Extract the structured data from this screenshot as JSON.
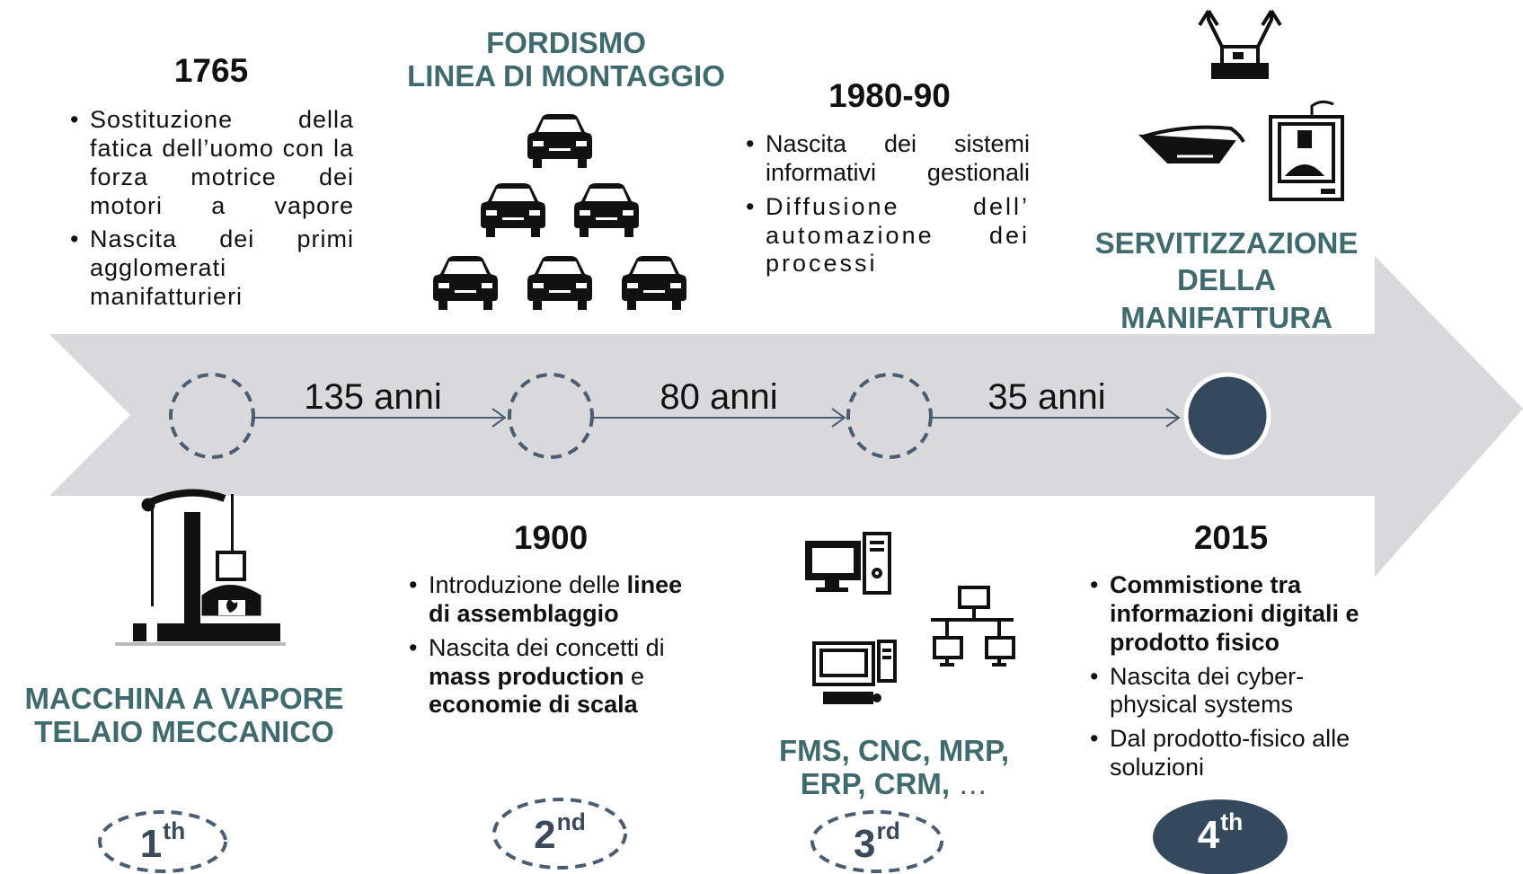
{
  "colors": {
    "arrow": "#d9d9dc",
    "circle_dark": "#34495e",
    "heading_teal": "#3f6b6e",
    "circle_stroke": "#4a5d72"
  },
  "eras": [
    {
      "year": "1765",
      "bullets": [
        {
          "text": "Sostituzione della fatica dell’uomo con la forza motrice dei motori a vapore"
        },
        {
          "text": "Nascita dei primi agglomerati manifatturieri"
        }
      ],
      "heading_lines": [
        "MACCHINA A VAPORE",
        "TELAIO MECCANICO"
      ],
      "icon": "steam-engine-icon",
      "badge": {
        "num": "1",
        "suffix": "th"
      }
    },
    {
      "year": "1900",
      "heading_lines": [
        "FORDISMO",
        "LINEA DI MONTAGGIO"
      ],
      "bullets": [
        {
          "plain": "Introduzione delle ",
          "bold": "linee di assemblaggio"
        },
        {
          "plain": "Nascita dei concetti di ",
          "bold": "mass production",
          "plain2": " e ",
          "bold2": "economie di scala"
        }
      ],
      "icon": "cars-icon",
      "badge": {
        "num": "2",
        "suffix": "nd"
      }
    },
    {
      "year": "1980-90",
      "bullets": [
        {
          "text": "Nascita dei sistemi informativi gestionali"
        },
        {
          "text": "Diffusione dell’ automazione dei processi"
        }
      ],
      "heading_lines": [
        "FMS, CNC, MRP,",
        "ERP, CRM,"
      ],
      "heading_ellipsis": "…",
      "icon": "computers-network-icon",
      "badge": {
        "num": "3",
        "suffix": "rd"
      }
    },
    {
      "year": "2015",
      "heading_lines": [
        "SERVITIZZAZIONE",
        "DELLA",
        "MANIFATTURA"
      ],
      "bullets": [
        {
          "bold": "Commistione tra informazioni digitali e prodotto fisico"
        },
        {
          "text": "Nascita dei cyber-physical systems"
        },
        {
          "text": "Dal prodotto-fisico alle soluzioni"
        }
      ],
      "icon": "robot-glasses-3dprinter-icon",
      "badge": {
        "num": "4",
        "suffix": "th"
      }
    }
  ],
  "gaps": [
    "135 anni",
    "80 anni",
    "35 anni"
  ]
}
